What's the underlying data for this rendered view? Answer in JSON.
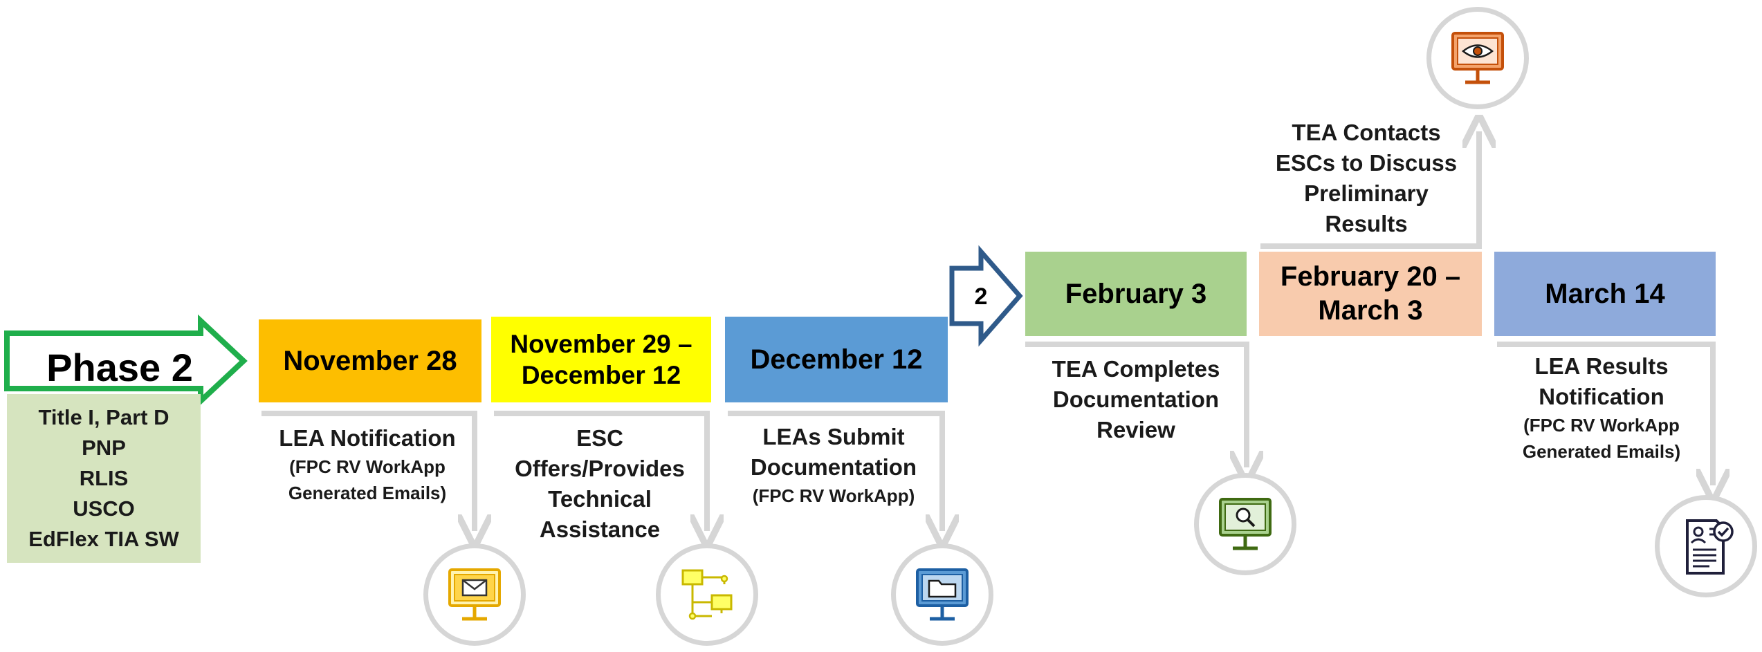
{
  "phase": {
    "label": "Phase 2",
    "programs": [
      "Title I, Part D",
      "PNP",
      "RLIS",
      "USCO",
      "EdFlex TIA SW"
    ]
  },
  "step2_marker": "2",
  "colors": {
    "phase_arrow": "#1fae4b",
    "phase_list_bg": "#d6e4bf",
    "step2_arrow": "#2f5a8a",
    "connector": "#d6d6d6"
  },
  "milestones": [
    {
      "date_lines": [
        "November 28"
      ],
      "color": "#fdbe00",
      "main": [
        "LEA Notification"
      ],
      "sub": [
        "(FPC RV WorkApp",
        "Generated Emails)"
      ],
      "icon": "email-monitor-icon",
      "icon_color": "#e5a800"
    },
    {
      "date_lines": [
        "November 29 –",
        "December 12"
      ],
      "color": "#ffff00",
      "main": [
        "ESC",
        "Offers/Provides",
        "Technical",
        "Assistance"
      ],
      "sub": [],
      "icon": "network-icon",
      "icon_color": "#e6d800"
    },
    {
      "date_lines": [
        "December 12"
      ],
      "color": "#5b9bd5",
      "main": [
        "LEAs Submit",
        "Documentation"
      ],
      "sub": [
        "(FPC RV WorkApp)"
      ],
      "icon": "folder-monitor-icon",
      "icon_color": "#1d5fa3"
    },
    {
      "date_lines": [
        "February 3"
      ],
      "color": "#a9d18e",
      "main": [
        "TEA Completes",
        "Documentation",
        "Review"
      ],
      "sub": [],
      "icon": "search-monitor-icon",
      "icon_color": "#3f6a12"
    },
    {
      "date_lines": [
        "February 20 –",
        "March 3"
      ],
      "color": "#f8cbad",
      "main": [
        "TEA Contacts",
        "ESCs to Discuss",
        "Preliminary",
        "Results"
      ],
      "sub": [],
      "icon": "eye-monitor-icon",
      "icon_color": "#c4500a"
    },
    {
      "date_lines": [
        "March 14"
      ],
      "color": "#8eaadb",
      "main": [
        "LEA Results",
        "Notification"
      ],
      "sub": [
        "(FPC RV WorkApp",
        "Generated Emails)"
      ],
      "icon": "document-check-icon",
      "icon_color": "#1f1f3a"
    }
  ]
}
